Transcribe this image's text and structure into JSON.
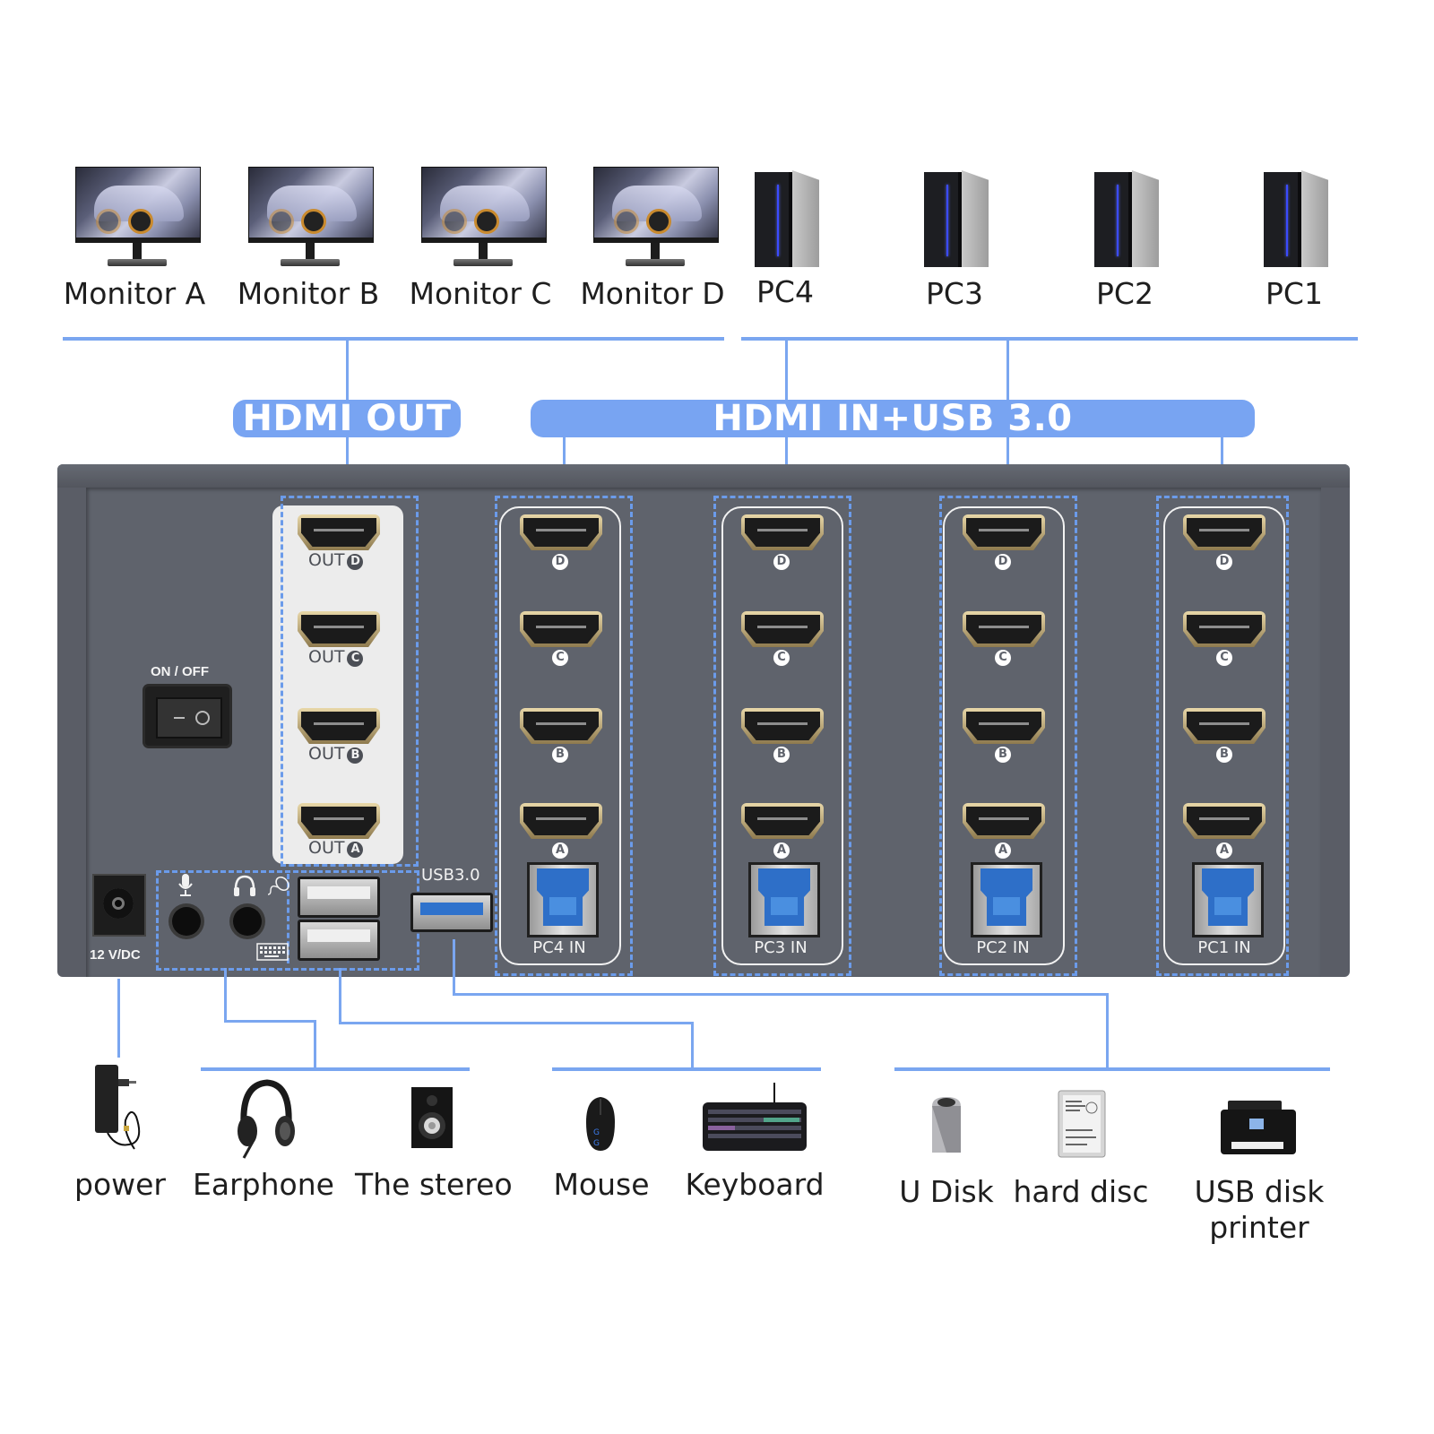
{
  "colors": {
    "accent_blue": "#78a4f2",
    "line_blue": "#7aa6f0",
    "dash_blue": "#6b9bea",
    "chassis_gray": "#5f636c",
    "text_dark": "#1e1e1e"
  },
  "top": {
    "monitors": [
      {
        "label": "Monitor A",
        "icon": "monitor-icon"
      },
      {
        "label": "Monitor B",
        "icon": "monitor-icon"
      },
      {
        "label": "Monitor C",
        "icon": "monitor-icon"
      },
      {
        "label": "Monitor D",
        "icon": "monitor-icon"
      }
    ],
    "pcs": [
      {
        "label": "PC4",
        "icon": "pc-tower-icon"
      },
      {
        "label": "PC3",
        "icon": "pc-tower-icon"
      },
      {
        "label": "PC2",
        "icon": "pc-tower-icon"
      },
      {
        "label": "PC1",
        "icon": "pc-tower-icon"
      }
    ]
  },
  "pills": {
    "hdmi_out": "HDMI OUT",
    "hdmi_in_usb": "HDMI IN+USB 3.0"
  },
  "device": {
    "power_switch_label": "ON / OFF",
    "dc_label": "12 V/DC",
    "usb3_label": "USB3.0",
    "outputs": [
      {
        "label": "OUT",
        "letter": "D"
      },
      {
        "label": "OUT",
        "letter": "C"
      },
      {
        "label": "OUT",
        "letter": "B"
      },
      {
        "label": "OUT",
        "letter": "A"
      }
    ],
    "input_groups": [
      {
        "label": "PC4 IN",
        "ports": [
          "D",
          "C",
          "B",
          "A"
        ]
      },
      {
        "label": "PC3 IN",
        "ports": [
          "D",
          "C",
          "B",
          "A"
        ]
      },
      {
        "label": "PC2 IN",
        "ports": [
          "D",
          "C",
          "B",
          "A"
        ]
      },
      {
        "label": "PC1 IN",
        "ports": [
          "D",
          "C",
          "B",
          "A"
        ]
      }
    ],
    "audio_icons": [
      "microphone-icon",
      "headphone-icon",
      "mouse-icon",
      "keyboard-icon"
    ]
  },
  "bottom": {
    "peripherals": [
      {
        "label": "power",
        "icon": "power-adapter-icon"
      },
      {
        "label": "Earphone",
        "icon": "headset-icon"
      },
      {
        "label": "The stereo",
        "icon": "speaker-icon"
      },
      {
        "label": "Mouse",
        "icon": "mouse-icon"
      },
      {
        "label": "Keyboard",
        "icon": "keyboard-icon"
      },
      {
        "label": "U Disk",
        "icon": "usb-drive-icon"
      },
      {
        "label": "hard disc",
        "icon": "hard-disk-icon"
      },
      {
        "label": "USB disk printer",
        "line1": "USB disk",
        "line2": "printer",
        "icon": "printer-icon"
      }
    ]
  }
}
